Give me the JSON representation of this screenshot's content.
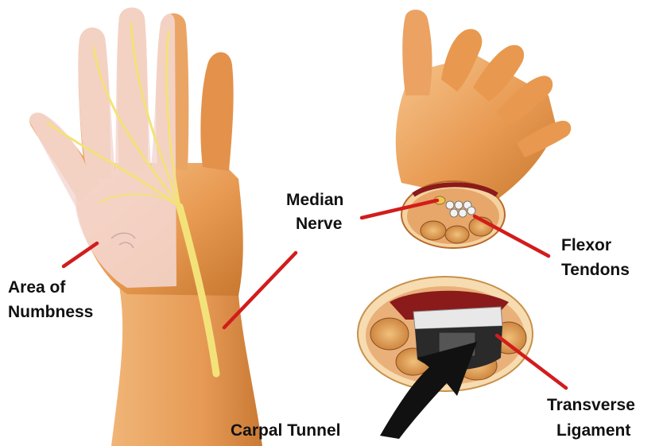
{
  "labels": {
    "median_nerve_line1": "Median",
    "median_nerve_line2": "Nerve",
    "area_numbness_line1": "Area of",
    "area_numbness_line2": "Numbness",
    "flexor_line1": "Flexor",
    "flexor_line2": "Tendons",
    "carpal_tunnel": "Carpal Tunnel",
    "transverse_line1": "Transverse",
    "transverse_line2": "Ligament"
  },
  "colors": {
    "skin": "#e89a52",
    "skin_light": "#f3bf86",
    "skin_dark": "#b9692a",
    "numb_overlay": "#f4d8d4",
    "nerve": "#f3e27a",
    "leader_line": "#d21c1c",
    "tendon_white": "#f2f2f2",
    "arrow": "#111111"
  }
}
